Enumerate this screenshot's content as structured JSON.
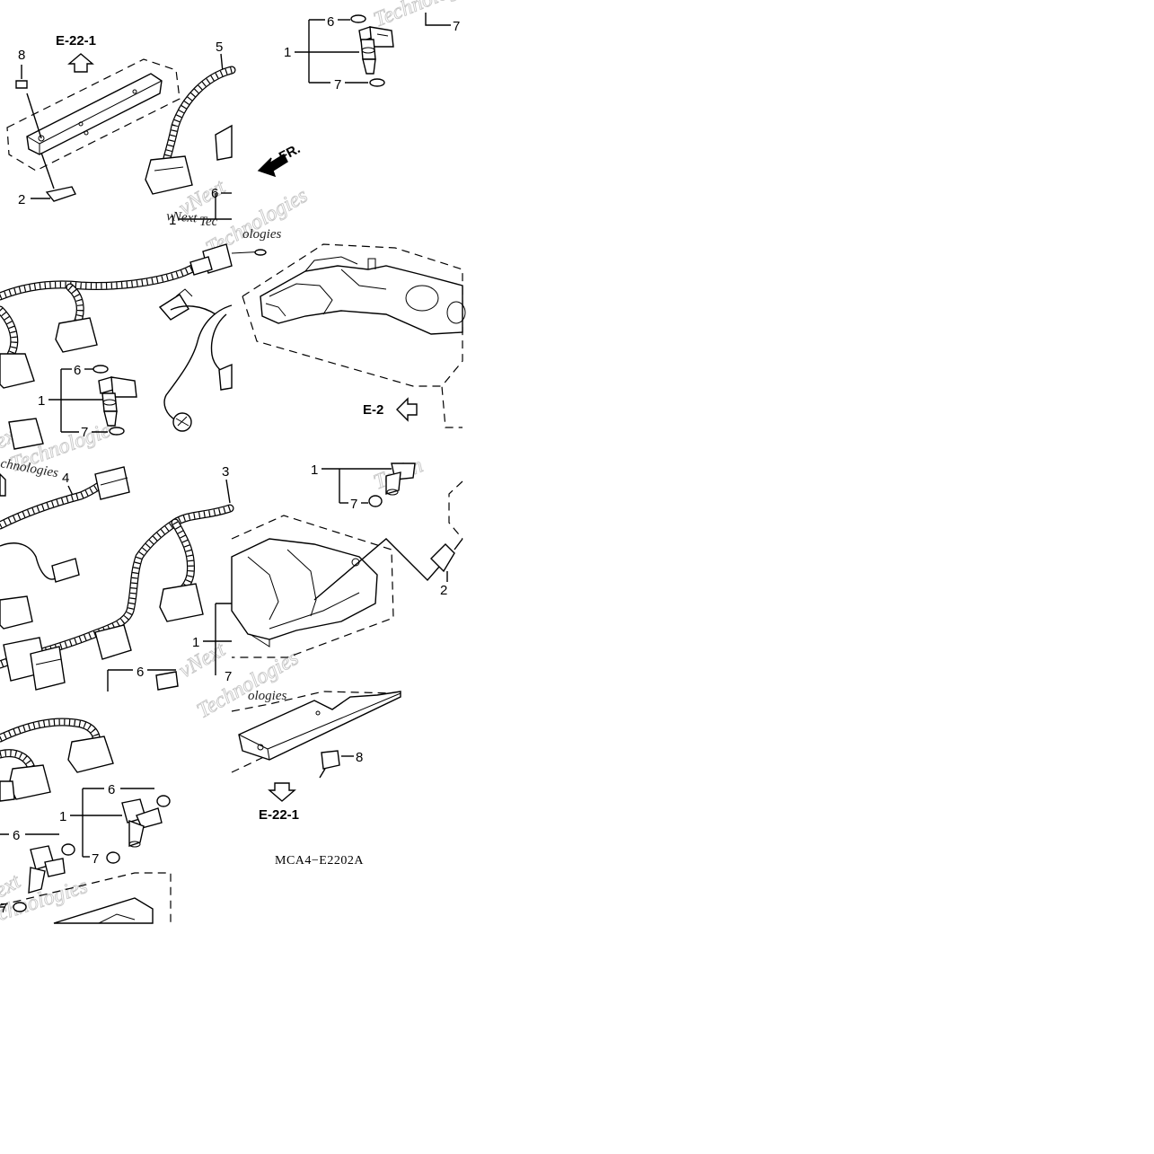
{
  "diagram": {
    "part_numbers": [
      "1",
      "2",
      "3",
      "4",
      "5",
      "6",
      "7",
      "8"
    ],
    "refs": {
      "top_ref": "E-22-1",
      "mid_ref": "E-2",
      "bottom_ref": "E-22-1"
    },
    "front_arrow_label": "FR.",
    "diagram_code": "MCA4−E2202A",
    "watermark": {
      "line1": "vNext",
      "line2": "Technologies",
      "fragment_tec": "Tec",
      "fragment_techn": "Techn",
      "fragment_ologies": "ologies",
      "fragment_chnologies": "chnologies",
      "fragment_ext": "ext"
    },
    "colors": {
      "ink": "#000000",
      "paper": "#ffffff",
      "watermark": "#c8c8c8"
    }
  }
}
